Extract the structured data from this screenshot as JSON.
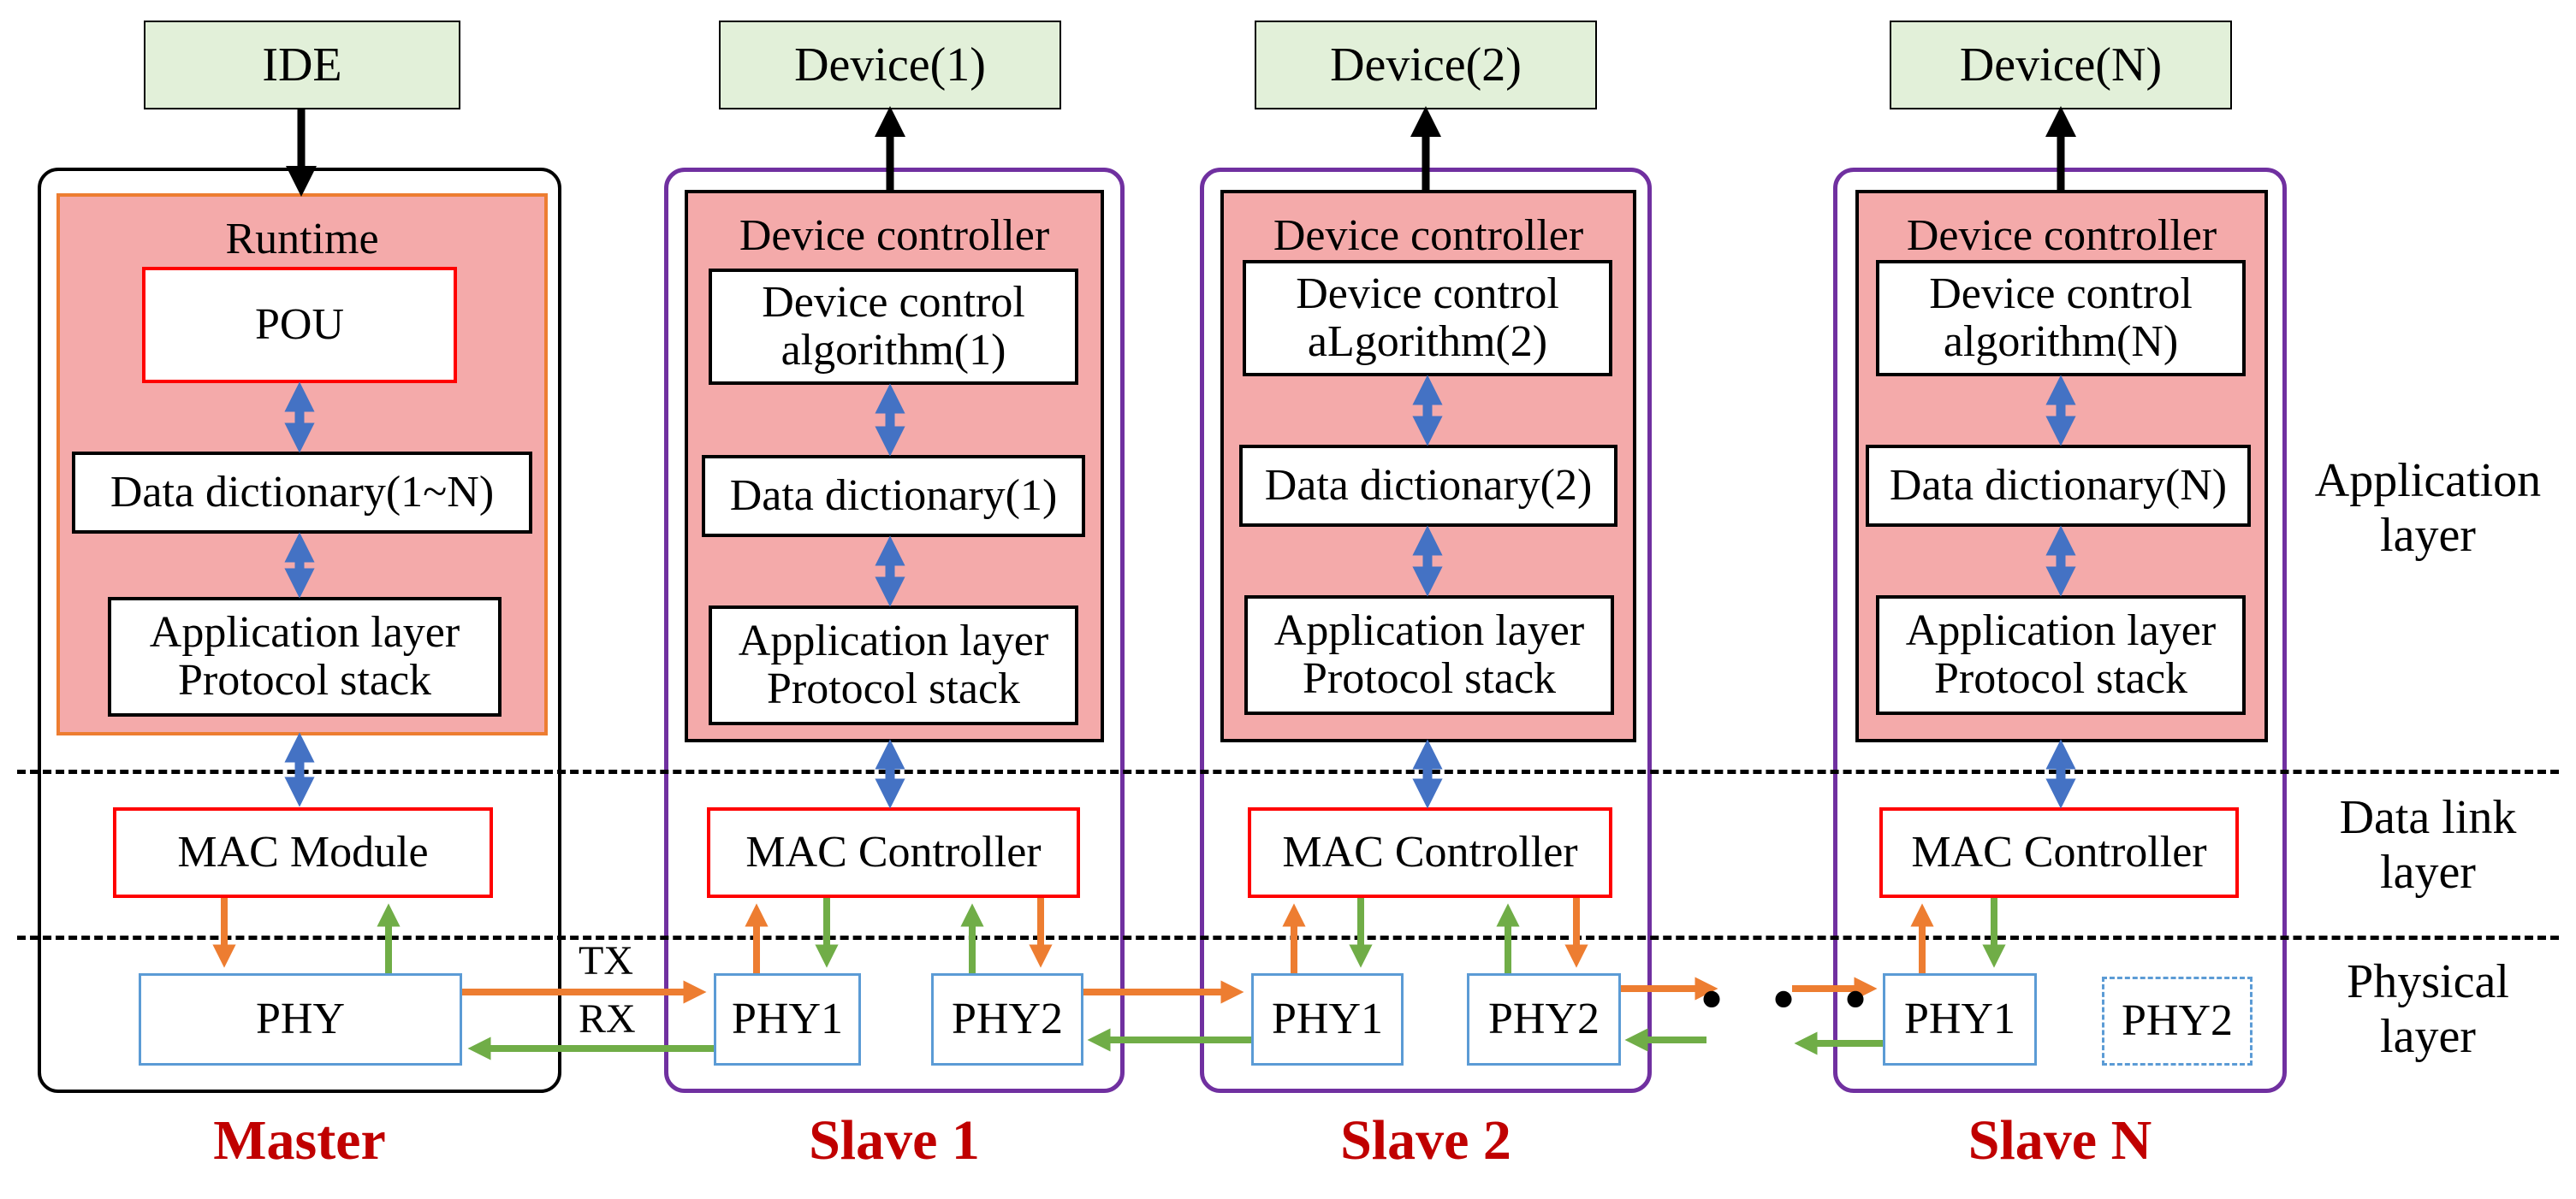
{
  "top_blocks": {
    "ide": "IDE",
    "device1": "Device(1)",
    "device2": "Device(2)",
    "deviceN": "Device(N)"
  },
  "master": {
    "runtime": "Runtime",
    "pou": "POU",
    "dictionary": "Data dictionary(1~N)",
    "protocol": "Application layer\nProtocol stack",
    "mac": "MAC Module",
    "phy": "PHY",
    "name": "Master"
  },
  "slaves": [
    {
      "controller": "Device controller",
      "algorithm": "Device control\nalgorithm(1)",
      "dictionary": "Data dictionary(1)",
      "protocol": "Application layer\nProtocol stack",
      "mac": "MAC Controller",
      "phy1": "PHY1",
      "phy2": "PHY2",
      "name": "Slave 1"
    },
    {
      "controller": "Device controller",
      "algorithm": "Device control\naLgorithm(2)",
      "dictionary": "Data dictionary(2)",
      "protocol": "Application layer\nProtocol stack",
      "mac": "MAC Controller",
      "phy1": "PHY1",
      "phy2": "PHY2",
      "name": "Slave 2"
    },
    {
      "controller": "Device controller",
      "algorithm": "Device control\nalgorithm(N)",
      "dictionary": "Data dictionary(N)",
      "protocol": "Application layer\nProtocol stack",
      "mac": "MAC Controller",
      "phy1": "PHY1",
      "phy2": "PHY2",
      "name": "Slave N"
    }
  ],
  "layers": {
    "application": "Application\nlayer",
    "datalink": "Data link\nlayer",
    "physical": "Physical\nlayer"
  },
  "links": {
    "tx": "TX",
    "rx": "RX",
    "ellipsis": "• • •"
  },
  "colors": {
    "tx_arrow": "#ed7d31",
    "rx_arrow": "#70ad47",
    "vertical_bidir_arrow": "#4472c4",
    "slave_border": "#7030a0",
    "node_name": "#c00000",
    "protocol_box_fill": "#f4aaaa",
    "top_box_fill": "#e2f0d9"
  }
}
